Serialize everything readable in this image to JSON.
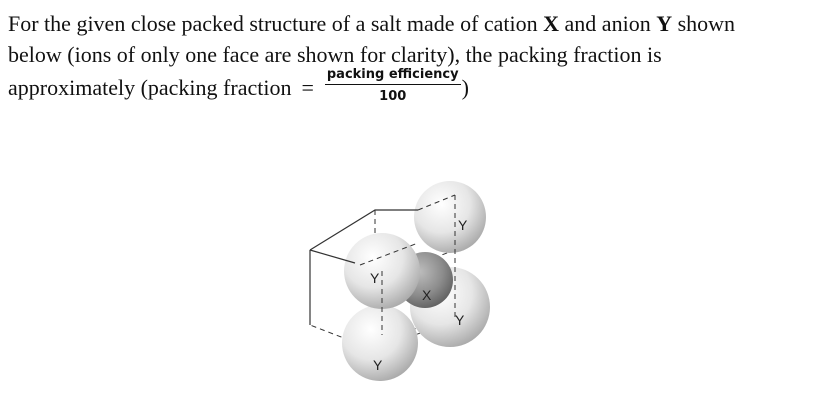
{
  "question": {
    "line1_a": "For the given close packed structure of a salt made of cation ",
    "cation": "X",
    "line1_b": " and anion ",
    "anion": "Y",
    "line1_c": " shown",
    "line2": "below (ions of only one face are shown for clarity), the packing fraction is",
    "line3_a": "approximately (packing fraction",
    "equals": "=",
    "frac_numerator": "packing efficiency",
    "frac_denominator": "100",
    "line3_end": ")"
  },
  "figure": {
    "labels": {
      "y_top_right": "Y",
      "y_left": "Y",
      "x_center": "X",
      "y_right": "Y",
      "y_bottom": "Y"
    }
  }
}
